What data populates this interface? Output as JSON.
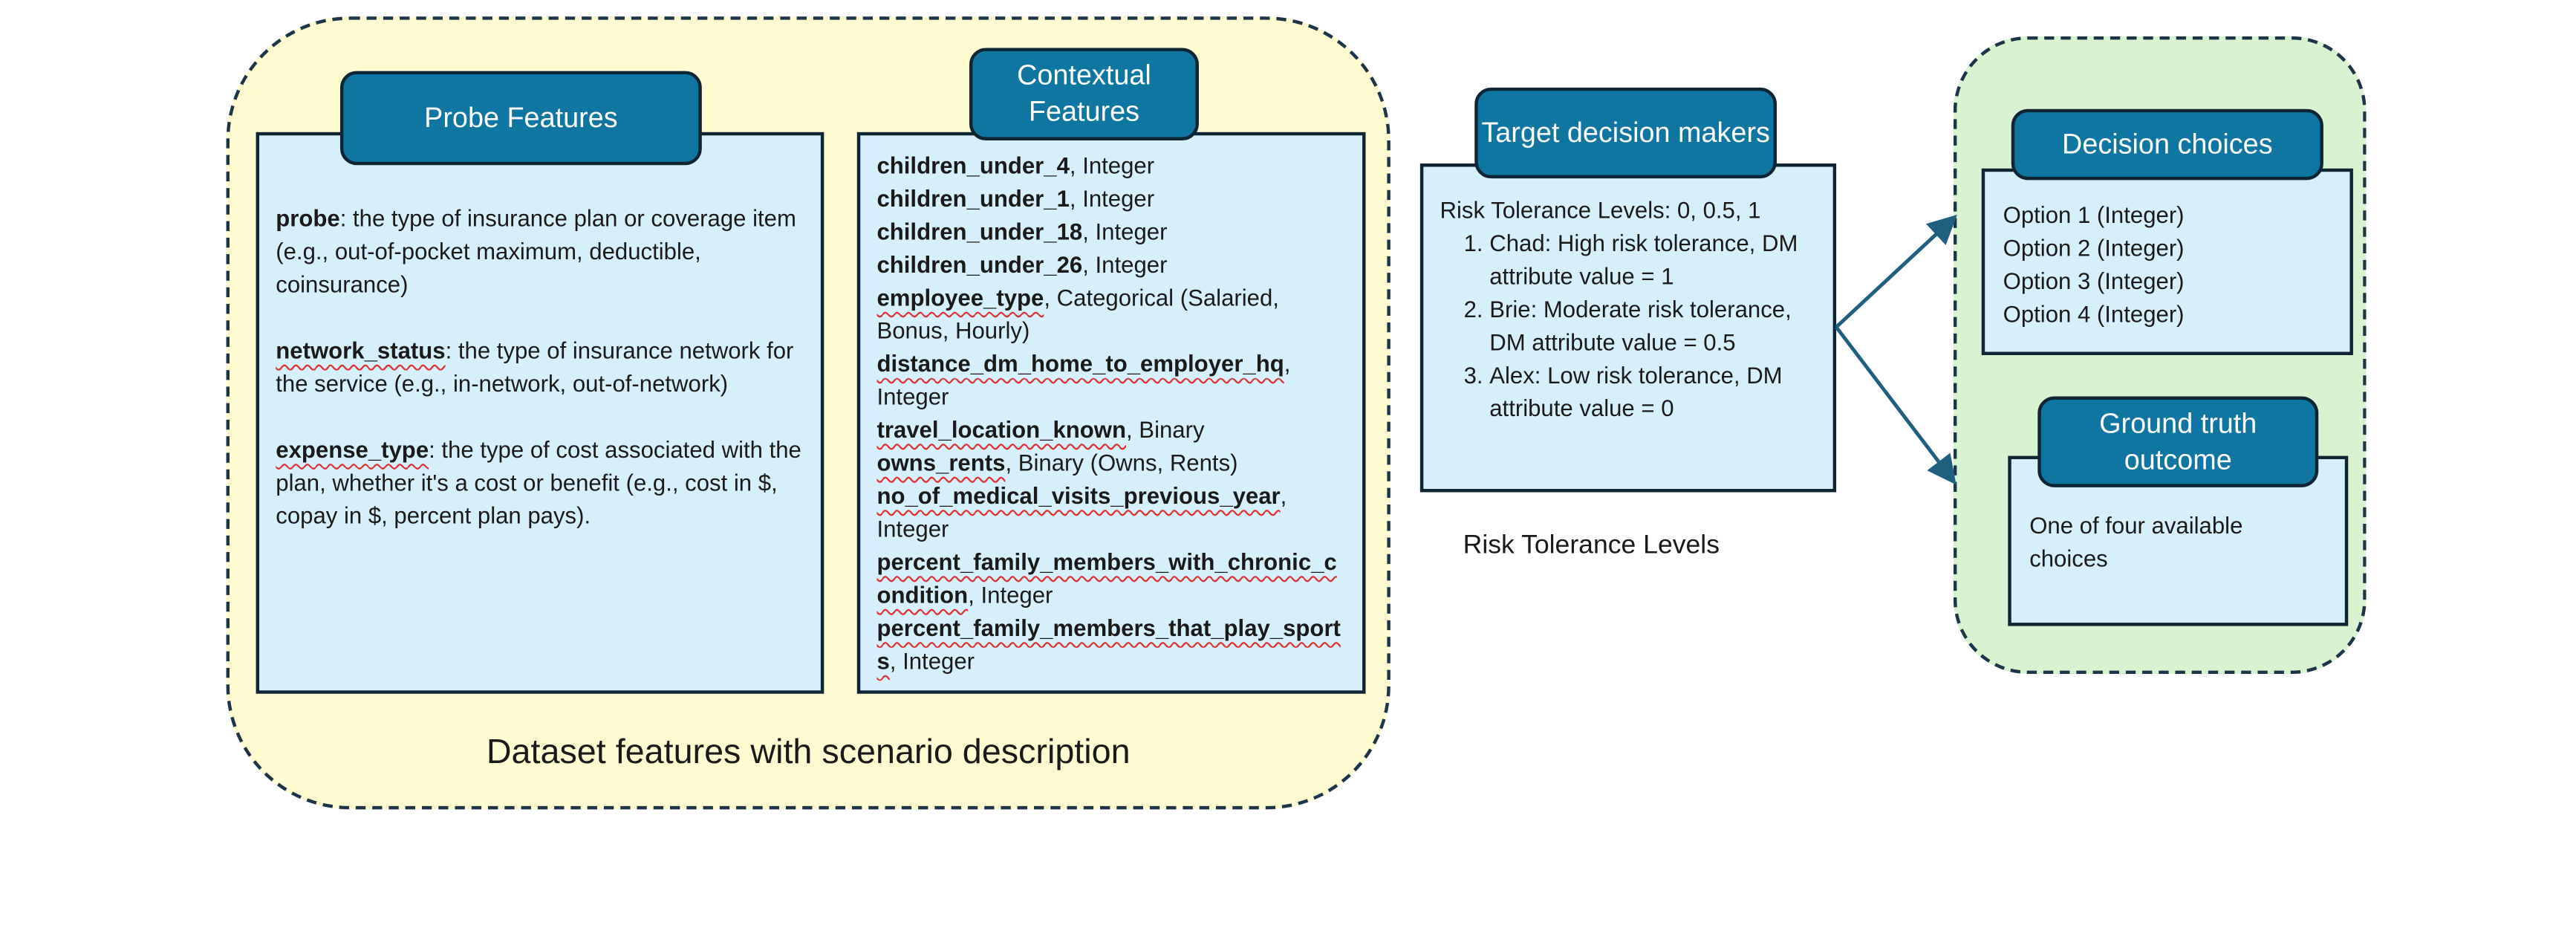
{
  "dataset_group": {
    "caption": "Dataset features with scenario description",
    "probe_features": {
      "title": "Probe Features",
      "items": [
        {
          "name": "probe",
          "sep": ":",
          "desc": " the type of insurance plan or coverage item (e.g., out-of-pocket maximum, deductible, coinsurance)"
        },
        {
          "name": "network_status",
          "sep": ":",
          "desc": " the type of insurance network for the service (e.g., in-network, out-of-network)"
        },
        {
          "name": "expense_type",
          "sep": ":",
          "desc": " the type of cost associated with the plan, whether it's a cost or benefit (e.g., cost in $, copay in $, percent plan pays)."
        }
      ]
    },
    "contextual_features": {
      "title": "Contextual Features",
      "items": [
        {
          "name": "children_under_4",
          "desc": ", Integer"
        },
        {
          "name": "children_under_1",
          "desc": ", Integer"
        },
        {
          "name": "children_under_18",
          "desc": ", Integer"
        },
        {
          "name": "children_under_26",
          "desc": ", Integer"
        },
        {
          "name": "employee_type",
          "desc": ", Categorical (Salaried, Bonus, Hourly)"
        },
        {
          "name": "distance_dm_home_to_employer_hq",
          "desc": ", Integer"
        },
        {
          "name": "travel_location_known",
          "desc": ", Binary"
        },
        {
          "name": "owns_rents",
          "desc": ", Binary (Owns, Rents)"
        },
        {
          "name": "no_of_medical_visits_previous_year",
          "desc": ", Integer"
        },
        {
          "name": "percent_family_members_with_chronic_condition",
          "desc": ", Integer"
        },
        {
          "name": "percent_family_members_that_play_sports",
          "desc": ", Integer"
        }
      ]
    }
  },
  "target": {
    "title": "Target decision makers",
    "levels_line": "Risk Tolerance Levels: 0, 0.5, 1",
    "makers": [
      "Chad: High risk tolerance, DM attribute value = 1",
      "Brie: Moderate risk tolerance, DM attribute value = 0.5",
      "Alex: Low risk tolerance, DM attribute value = 0"
    ],
    "caption": "Risk Tolerance Levels"
  },
  "outputs": {
    "decision_choices": {
      "title": "Decision choices",
      "options": [
        "Option 1 (Integer)",
        "Option 2 (Integer)",
        "Option 3 (Integer)",
        "Option 4 (Integer)"
      ]
    },
    "ground_truth": {
      "title": "Ground truth outcome",
      "text": "One of four available choices"
    }
  },
  "colors": {
    "header": "#0e76a0",
    "box": "#d6f0fb",
    "dataset_region": "#fffbd0",
    "output_region": "#d9f2d0",
    "arrow": "#1f5f7f"
  }
}
